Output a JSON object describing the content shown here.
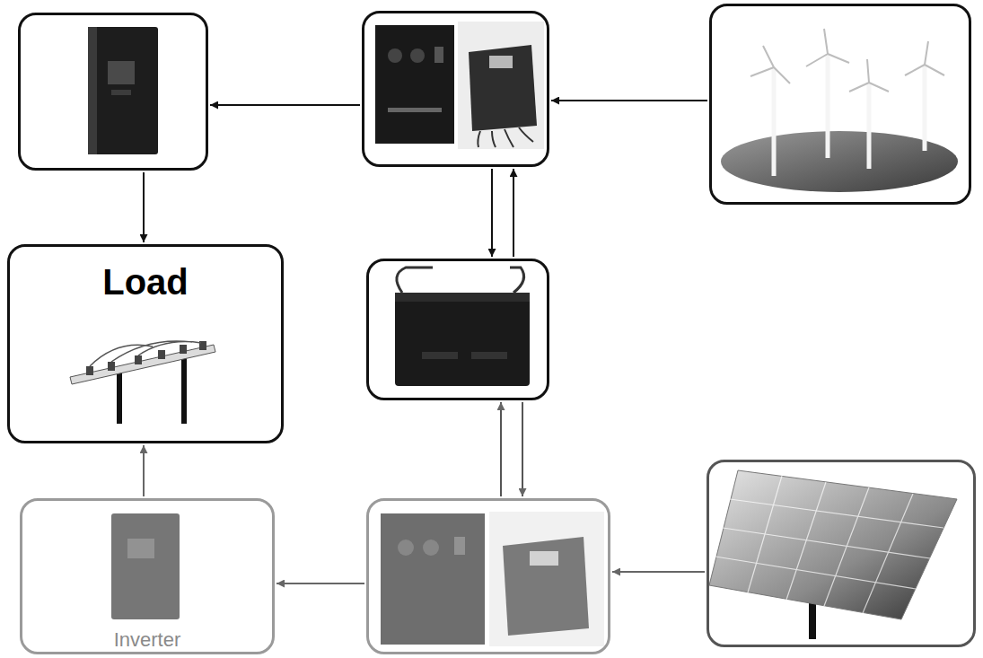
{
  "diagram": {
    "nodes": [
      {
        "text": []
      },
      {
        "text": []
      },
      {
        "text": []
      },
      {
        "text": [
          "Load"
        ]
      },
      {
        "text": []
      },
      {
        "text": [
          "Inverter"
        ]
      },
      {
        "text": []
      },
      {
        "text": []
      }
    ],
    "edges": [
      {
        "from": 2,
        "to": 1,
        "arrow": "to"
      },
      {
        "from": 1,
        "to": 0,
        "arrow": "to"
      },
      {
        "from": 0,
        "to": 3,
        "arrow": "to"
      },
      {
        "from": 1,
        "to": 4,
        "arrow": "to"
      },
      {
        "from": 4,
        "to": 1,
        "arrow": "to"
      },
      {
        "from": 6,
        "to": 4,
        "arrow": "to"
      },
      {
        "from": 4,
        "to": 6,
        "arrow": "to"
      },
      {
        "from": 7,
        "to": 6,
        "arrow": "to"
      },
      {
        "from": 6,
        "to": 5,
        "arrow": "to"
      },
      {
        "from": 5,
        "to": 3,
        "arrow": "to"
      }
    ]
  }
}
